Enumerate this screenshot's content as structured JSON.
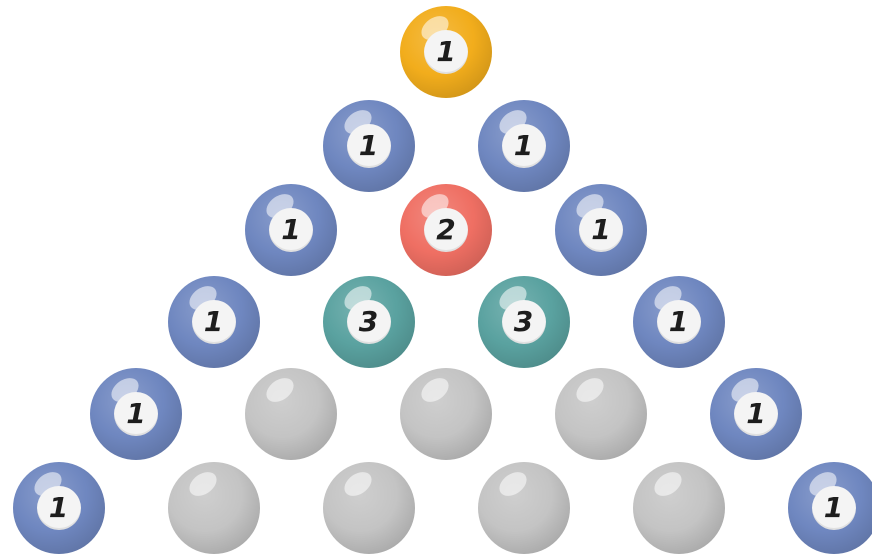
{
  "colors": {
    "yellow": "#f2ad1c",
    "blue": "#6f87c0",
    "red": "#ef6f63",
    "teal": "#5aa2a0",
    "gray": "#c4c4c4"
  },
  "rows": [
    [
      {
        "label": "1",
        "color": "yellow"
      }
    ],
    [
      {
        "label": "1",
        "color": "blue"
      },
      {
        "label": "1",
        "color": "blue"
      }
    ],
    [
      {
        "label": "1",
        "color": "blue"
      },
      {
        "label": "2",
        "color": "red"
      },
      {
        "label": "1",
        "color": "blue"
      }
    ],
    [
      {
        "label": "1",
        "color": "blue"
      },
      {
        "label": "3",
        "color": "teal"
      },
      {
        "label": "3",
        "color": "teal"
      },
      {
        "label": "1",
        "color": "blue"
      }
    ],
    [
      {
        "label": "1",
        "color": "blue"
      },
      {
        "label": "",
        "color": "gray"
      },
      {
        "label": "",
        "color": "gray"
      },
      {
        "label": "",
        "color": "gray"
      },
      {
        "label": "1",
        "color": "blue"
      }
    ],
    [
      {
        "label": "1",
        "color": "blue"
      },
      {
        "label": "",
        "color": "gray"
      },
      {
        "label": "",
        "color": "gray"
      },
      {
        "label": "",
        "color": "gray"
      },
      {
        "label": "",
        "color": "gray"
      },
      {
        "label": "1",
        "color": "blue"
      }
    ]
  ]
}
